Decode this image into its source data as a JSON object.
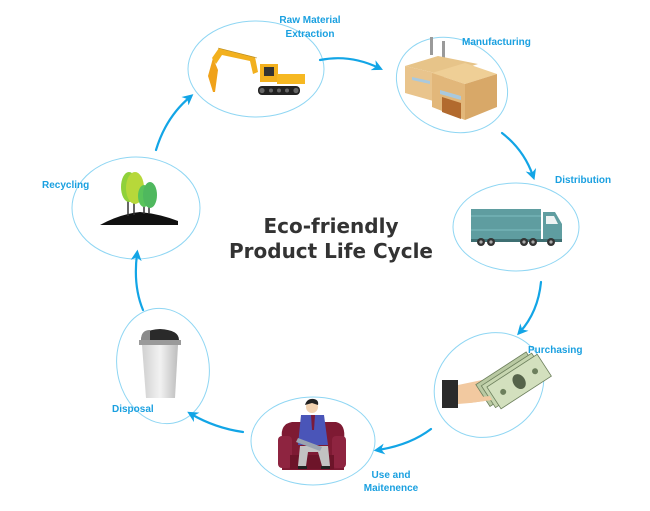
{
  "diagram": {
    "title_line1": "Eco-friendly",
    "title_line2": "Product Life Cycle",
    "colors": {
      "label": "#1aa0e0",
      "arrow": "#12a5e6",
      "ellipse": "#8fd6f3",
      "title": "#333333"
    },
    "stages": [
      {
        "id": "raw-material",
        "label_line1": "Raw Material",
        "label_line2": "Extraction",
        "icon": "excavator-icon"
      },
      {
        "id": "manufacturing",
        "label_line1": "Manufacturing",
        "label_line2": "",
        "icon": "factory-icon"
      },
      {
        "id": "distribution",
        "label_line1": "Distribution",
        "label_line2": "",
        "icon": "truck-icon"
      },
      {
        "id": "purchasing",
        "label_line1": "Purchasing",
        "label_line2": "",
        "icon": "hand-money-icon"
      },
      {
        "id": "use",
        "label_line1": "Use and",
        "label_line2": "Maitenence",
        "icon": "person-laptop-icon"
      },
      {
        "id": "disposal",
        "label_line1": "Disposal",
        "label_line2": "",
        "icon": "trash-bin-icon"
      },
      {
        "id": "recycling",
        "label_line1": "Recycling",
        "label_line2": "",
        "icon": "trees-icon"
      }
    ],
    "flow": [
      [
        "raw-material",
        "manufacturing"
      ],
      [
        "manufacturing",
        "distribution"
      ],
      [
        "distribution",
        "purchasing"
      ],
      [
        "purchasing",
        "use"
      ],
      [
        "use",
        "disposal"
      ],
      [
        "disposal",
        "recycling"
      ],
      [
        "recycling",
        "raw-material"
      ]
    ]
  }
}
